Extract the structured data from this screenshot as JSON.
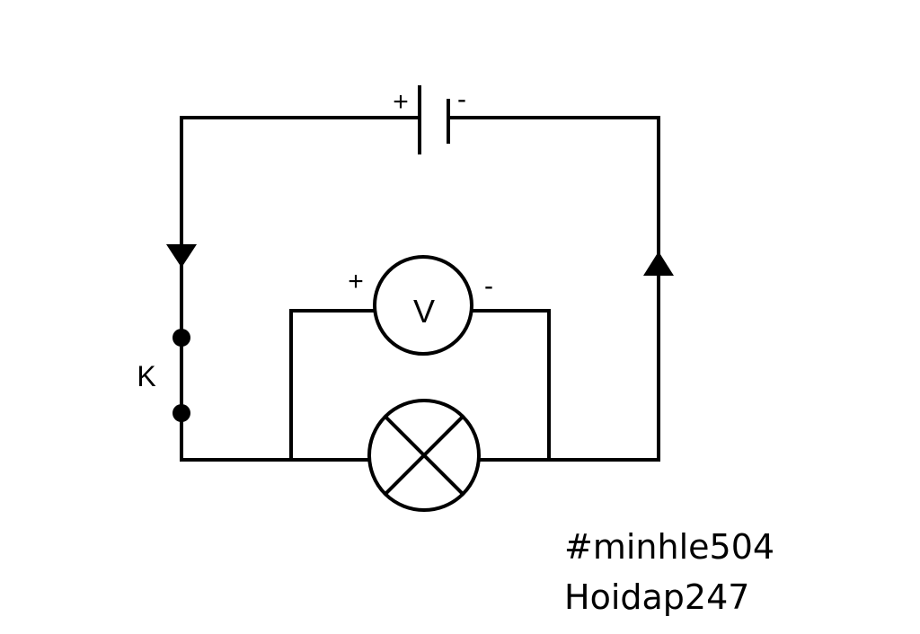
{
  "battery": {
    "plus_label": "+",
    "minus_label": "-"
  },
  "voltmeter": {
    "letter": "V",
    "plus_label": "+",
    "minus_label": "-"
  },
  "switch": {
    "label": "K"
  },
  "credits": {
    "line1": "#minhle504",
    "line2": "Hoidap247"
  }
}
